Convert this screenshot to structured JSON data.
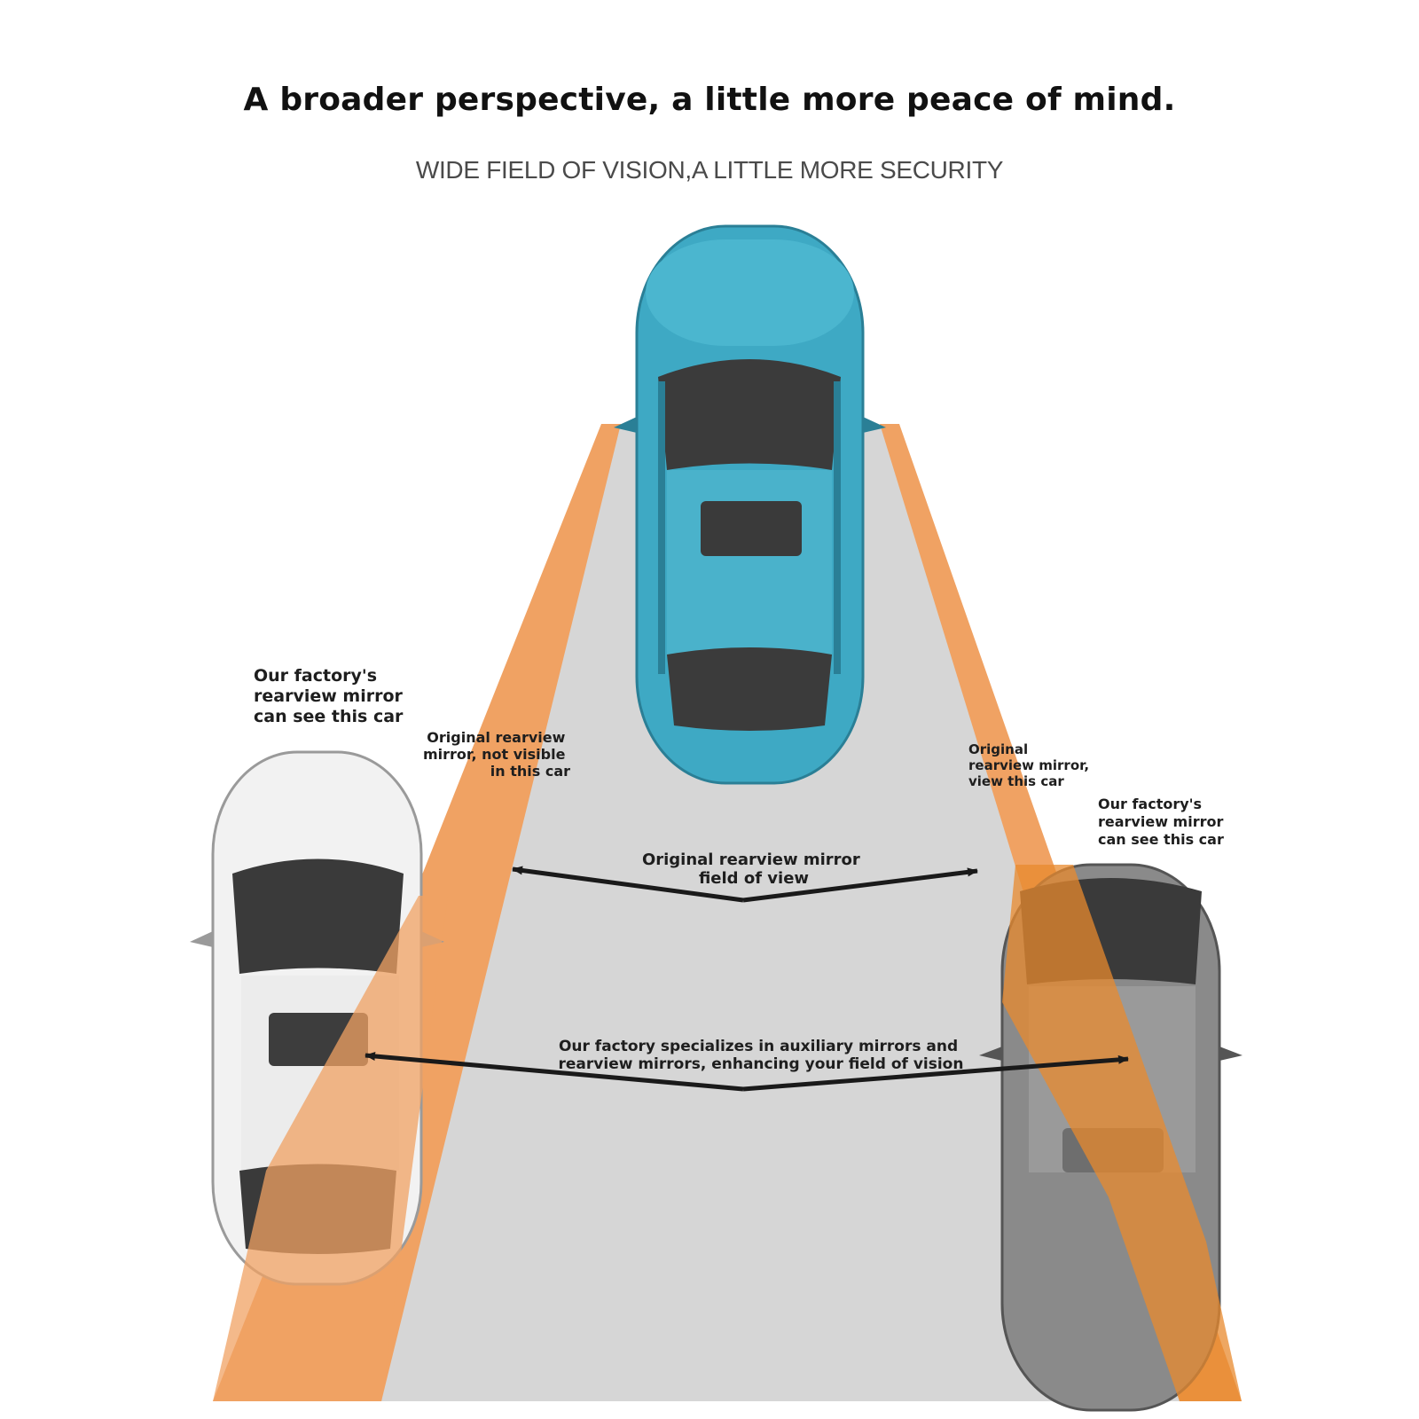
{
  "headline": "A broader perspective, a little more peace of mind.",
  "subheadline": "WIDE FIELD OF VISION,A LITTLE MORE SECURITY",
  "labels": {
    "left_factory": [
      "Our factory's",
      "rearview mirror",
      "can see this car"
    ],
    "left_original": [
      "Original rearview",
      "mirror, not visible",
      "in this car"
    ],
    "right_original": [
      "Original",
      "rearview mirror,",
      "view this car"
    ],
    "right_factory": [
      "Our factory's",
      "rearview mirror",
      "can see this car"
    ],
    "original_fov": [
      "Original rearview mirror",
      "field of view"
    ],
    "factory_fov": [
      "Our factory specializes in auxiliary mirrors and",
      "rearview mirrors, enhancing your field of vision"
    ]
  },
  "colors": {
    "road": "#d6d6d6",
    "beam": "#f0a263",
    "center_car": "#3ea9c4",
    "left_car": "#f2f2f2",
    "right_car": "#8a8a8a"
  }
}
